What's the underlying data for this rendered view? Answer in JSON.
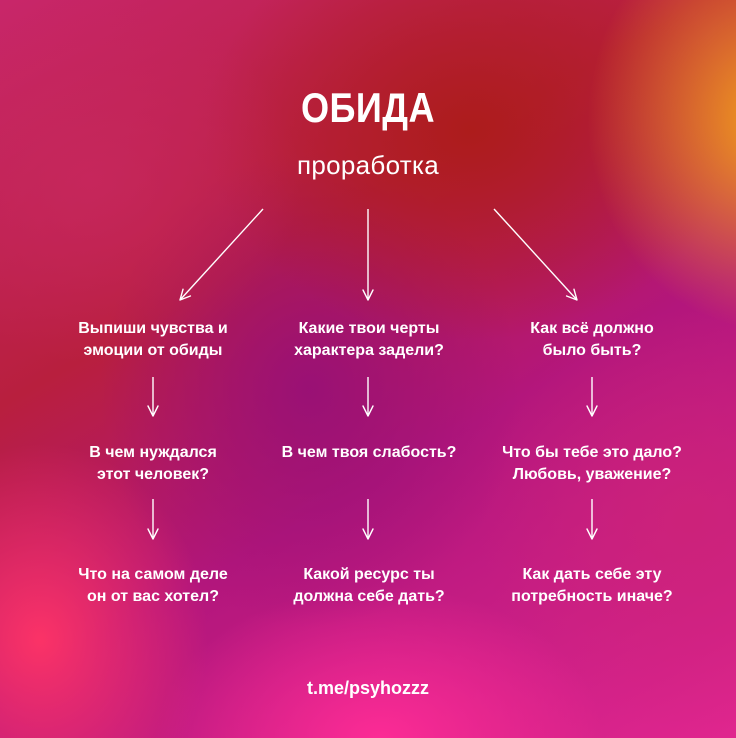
{
  "title": "ОБИДА",
  "subtitle": "проработка",
  "columns": [
    {
      "nodes": [
        "Выпиши чувства и\nэмоции от обиды",
        "В чем нуждался\nэтот человек?",
        "Что на самом деле\nон от вас хотел?"
      ]
    },
    {
      "nodes": [
        "Какие твои черты\nхарактера задели?",
        "В чем твоя слабость?",
        "Какой ресурс ты\nдолжна себе дать?"
      ]
    },
    {
      "nodes": [
        "Как всё должно\nбыло быть?",
        "Что бы тебе это дало?\nЛюбовь, уважение?",
        "Как дать себе эту\nпотребность иначе?"
      ]
    }
  ],
  "footer": "t.me/psyhozzz"
}
